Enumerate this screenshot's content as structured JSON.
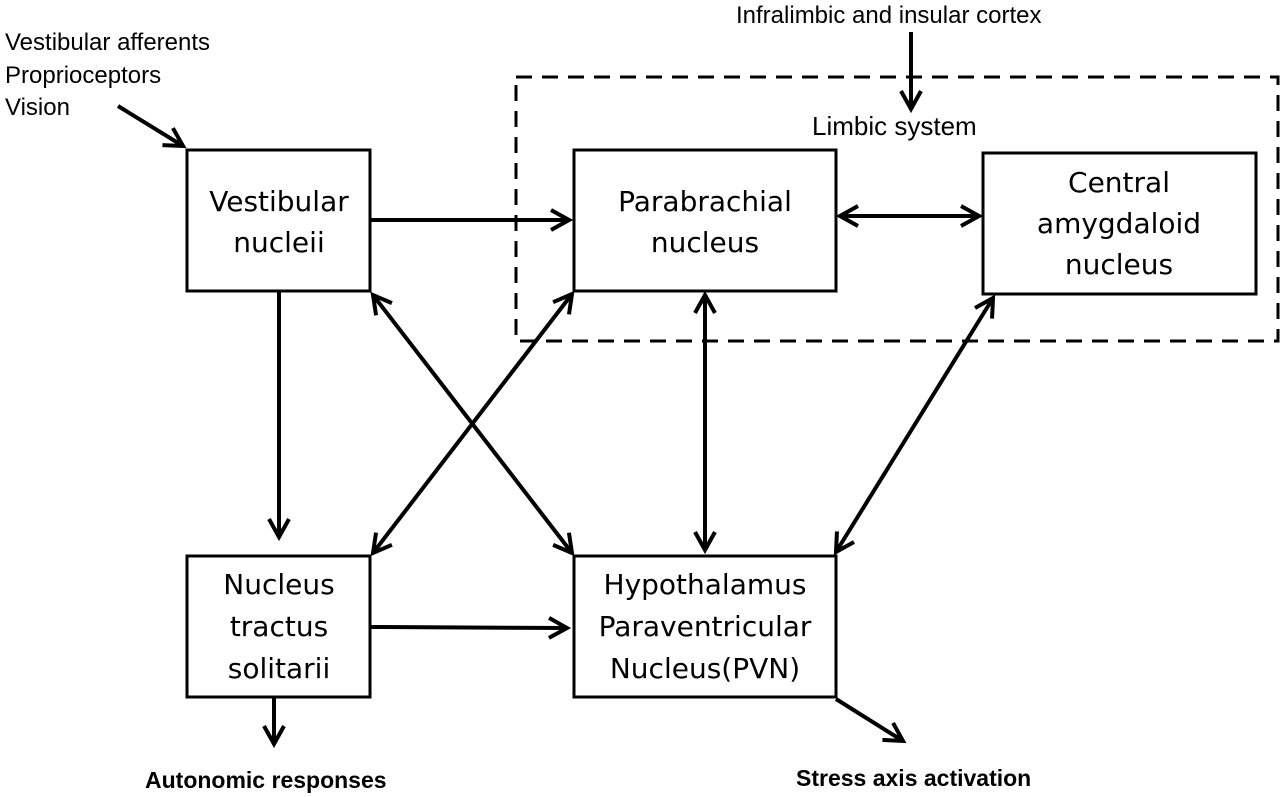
{
  "inputs": {
    "sensory": [
      "Vestibular afferents",
      "Proprioceptors",
      "Vision"
    ],
    "cortex": "Infralimbic and insular cortex"
  },
  "group": {
    "label": "Limbic system"
  },
  "nodes": {
    "vestibular": [
      "Vestibular",
      "nucleii"
    ],
    "parabrachial": [
      "Parabrachial",
      "nucleus"
    ],
    "amygdala": [
      "Central",
      "amygdaloid",
      "nucleus"
    ],
    "nts": [
      "Nucleus",
      "tractus",
      "solitarii"
    ],
    "pvn": [
      "Hypothalamus",
      "Paraventricular",
      "Nucleus(PVN)"
    ]
  },
  "outputs": {
    "autonomic": "Autonomic responses",
    "stress": "Stress axis activation"
  },
  "edges": [
    {
      "from": "sensory-inputs",
      "to": "vestibular",
      "direction": "one-way"
    },
    {
      "from": "infralimbic-insular-cortex",
      "to": "limbic-system",
      "direction": "one-way"
    },
    {
      "from": "vestibular",
      "to": "parabrachial",
      "direction": "one-way"
    },
    {
      "from": "parabrachial",
      "to": "amygdala",
      "direction": "two-way"
    },
    {
      "from": "vestibular",
      "to": "nts",
      "direction": "one-way"
    },
    {
      "from": "vestibular",
      "to": "pvn",
      "direction": "two-way"
    },
    {
      "from": "parabrachial",
      "to": "nts",
      "direction": "two-way"
    },
    {
      "from": "parabrachial",
      "to": "pvn",
      "direction": "two-way"
    },
    {
      "from": "amygdala",
      "to": "pvn",
      "direction": "two-way"
    },
    {
      "from": "nts",
      "to": "pvn",
      "direction": "one-way"
    },
    {
      "from": "nts",
      "to": "autonomic-responses",
      "direction": "one-way"
    },
    {
      "from": "pvn",
      "to": "stress-axis-activation",
      "direction": "one-way"
    }
  ]
}
